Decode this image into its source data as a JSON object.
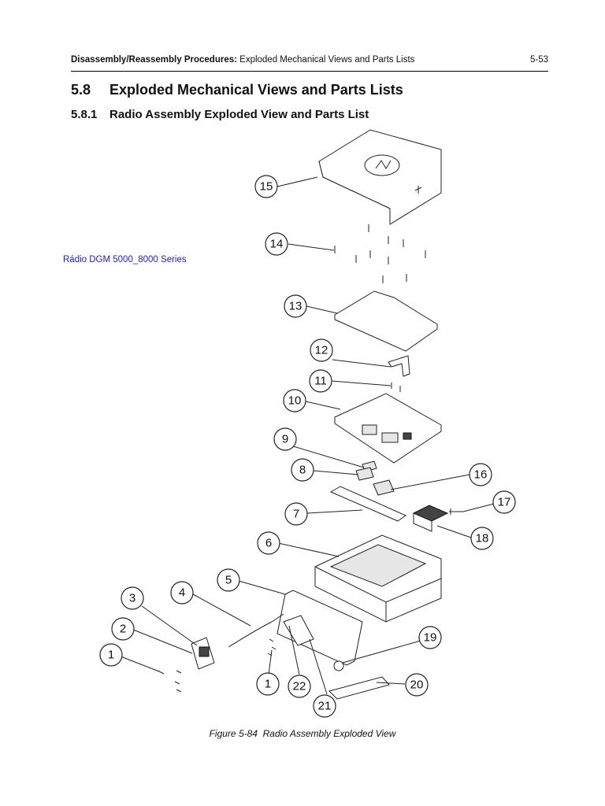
{
  "running_head": {
    "section_bold": "Disassembly/Reassembly Procedures:",
    "section_rest": " Exploded Mechanical Views and Parts Lists",
    "page_number": "5-53"
  },
  "heading": {
    "number": "5.8",
    "title": "Exploded Mechanical Views and Parts Lists"
  },
  "subheading": {
    "number": "5.8.1",
    "title": "Radio Assembly Exploded View and Parts List"
  },
  "side_link": "Rádio DGM 5000_8000 Series",
  "figure": {
    "caption_number": "Figure 5-84",
    "caption_text": "Radio Assembly Exploded View",
    "callouts": [
      "15",
      "14",
      "13",
      "12",
      "11",
      "10",
      "9",
      "8",
      "16",
      "17",
      "7",
      "18",
      "6",
      "5",
      "4",
      "3",
      "2",
      "1",
      "19",
      "1",
      "22",
      "20",
      "21"
    ]
  }
}
